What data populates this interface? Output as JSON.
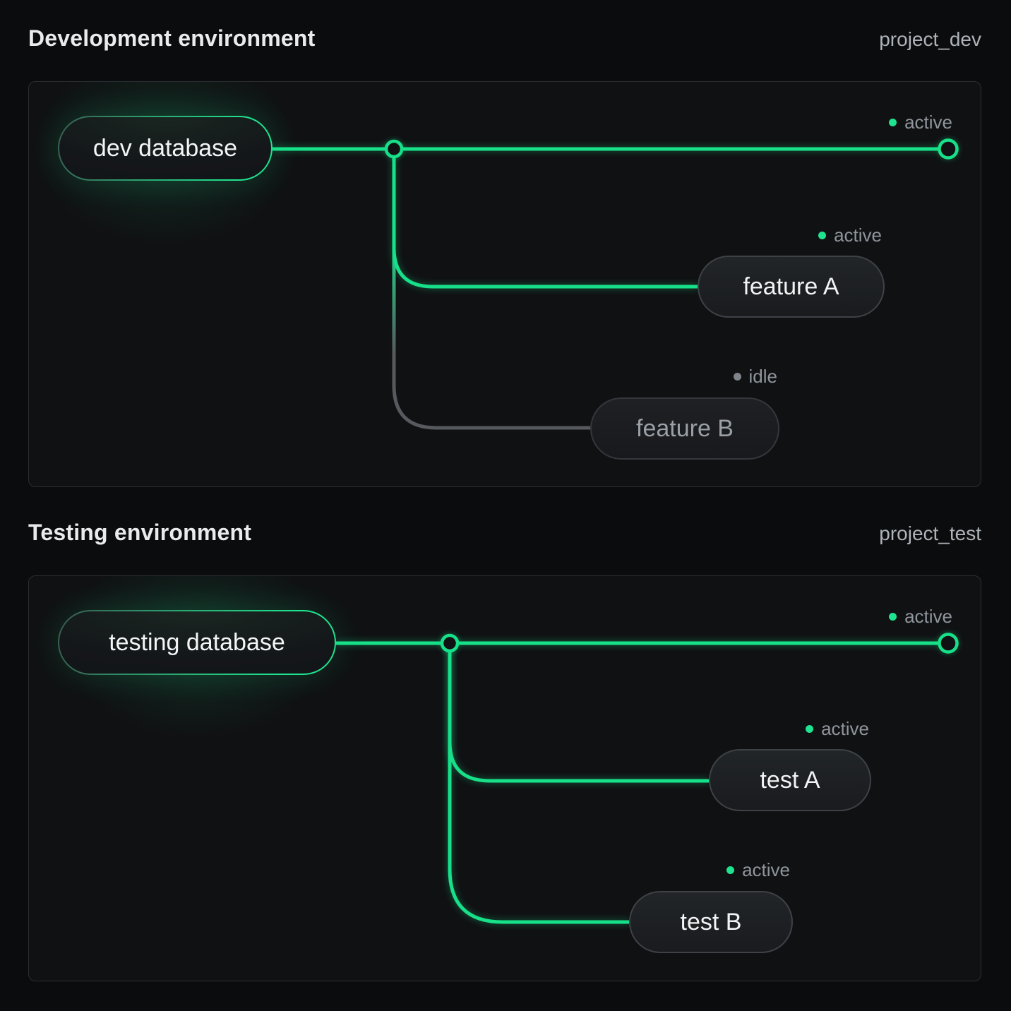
{
  "page": {
    "background_color": "#0b0c0d",
    "accent_green": "#17e089",
    "idle_gray": "#565a5e",
    "panel_border_color": "#2b2e31"
  },
  "environments": [
    {
      "title": "Development environment",
      "project_label": "project_dev",
      "database": {
        "label": "dev database"
      },
      "main_branch": {
        "status": "active"
      },
      "branches": [
        {
          "label": "feature A",
          "status": "active"
        },
        {
          "label": "feature B",
          "status": "idle"
        }
      ]
    },
    {
      "title": "Testing environment",
      "project_label": "project_test",
      "database": {
        "label": "testing database"
      },
      "main_branch": {
        "status": "active"
      },
      "branches": [
        {
          "label": "test A",
          "status": "active"
        },
        {
          "label": "test B",
          "status": "active"
        }
      ]
    }
  ]
}
